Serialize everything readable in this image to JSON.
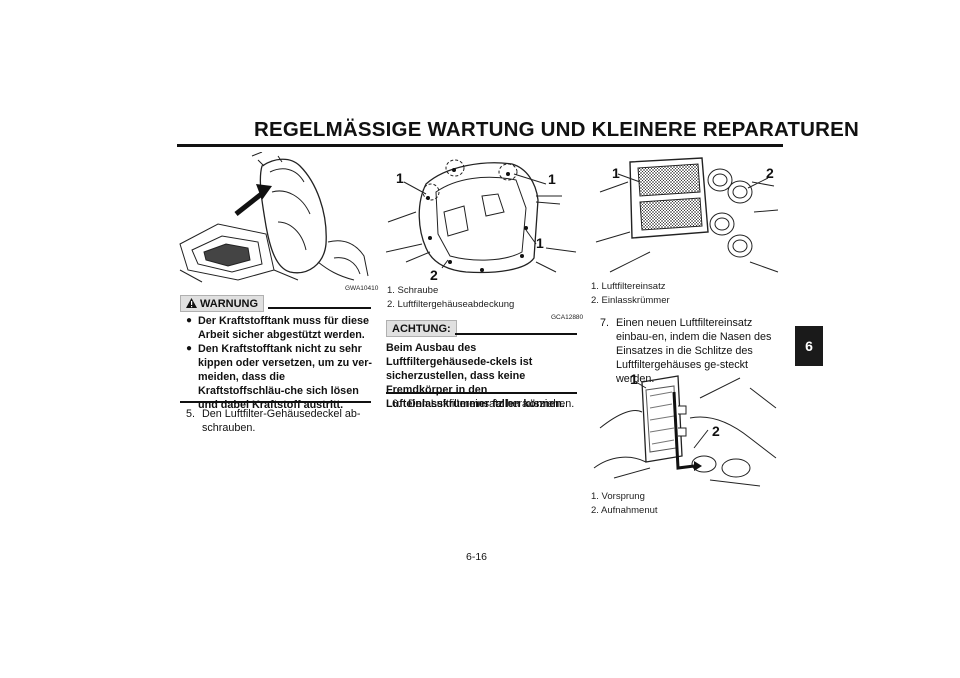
{
  "header": {
    "title": "REGELMÄSSIGE WARTUNG UND KLEINERE REPARATUREN"
  },
  "side_tab": {
    "label": "6"
  },
  "column1": {
    "figure_code": "GWA10410",
    "warning_label": "WARNUNG",
    "bullets": [
      "Der Kraftstofftank muss für diese Arbeit sicher abgestützt werden.",
      "Den Kraftstofftank nicht zu sehr kippen oder versetzen, um zu ver-meiden, dass die Kraftstoffschläu-che sich lösen und dabei Kraftstoff austritt."
    ],
    "step5_num": "5.",
    "step5_text": "Den Luftfilter-Gehäusedeckel ab-schrauben."
  },
  "column2": {
    "callouts": [
      "1",
      "1",
      "1",
      "2"
    ],
    "captions": [
      "1. Schraube",
      "2. Luftfiltergehäuseabdeckung"
    ],
    "notice_code": "GCA12880",
    "notice_label": "ACHTUNG:",
    "notice_text": "Beim Ausbau des Luftfiltergehäusede-ckels ist sicherzustellen, dass keine Fremdkörper in den Lufteinlasskrümmer fallen können.",
    "step6_num": "6.",
    "step6_text": "Den Luftfiltereinsatz herausziehen."
  },
  "column3": {
    "fig1_callouts": [
      "1",
      "2"
    ],
    "fig1_captions": [
      "1. Luftfiltereinsatz",
      "2. Einlasskrümmer"
    ],
    "step7_num": "7.",
    "step7_text": "Einen neuen Luftfiltereinsatz einbau-en, indem die Nasen des Einsatzes in die Schlitze des Luftfiltergehäuses ge-steckt werden.",
    "fig2_callouts": [
      "1",
      "2"
    ],
    "fig2_captions": [
      "1. Vorsprung",
      "2. Aufnahmenut"
    ]
  },
  "footer": {
    "page_number": "6-16"
  }
}
